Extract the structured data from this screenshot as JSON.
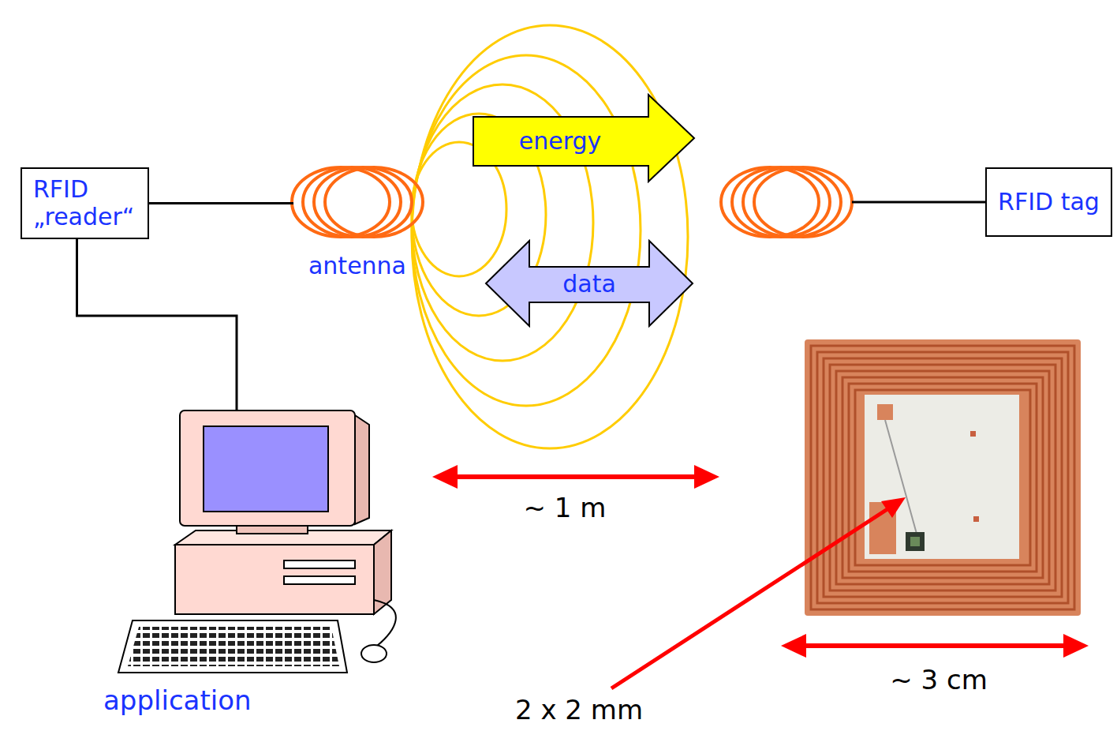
{
  "diagram": {
    "nodes": [
      {
        "text": [
          "RFID „reader“"
        ]
      },
      {
        "text": [
          "energy"
        ]
      },
      {
        "text": [
          "data"
        ]
      },
      {
        "text": [
          "RFID tag"
        ]
      }
    ],
    "labels": [
      "antenna",
      "~ 1 m",
      "application",
      "2 x 2 mm",
      "~ 3 cm"
    ]
  }
}
